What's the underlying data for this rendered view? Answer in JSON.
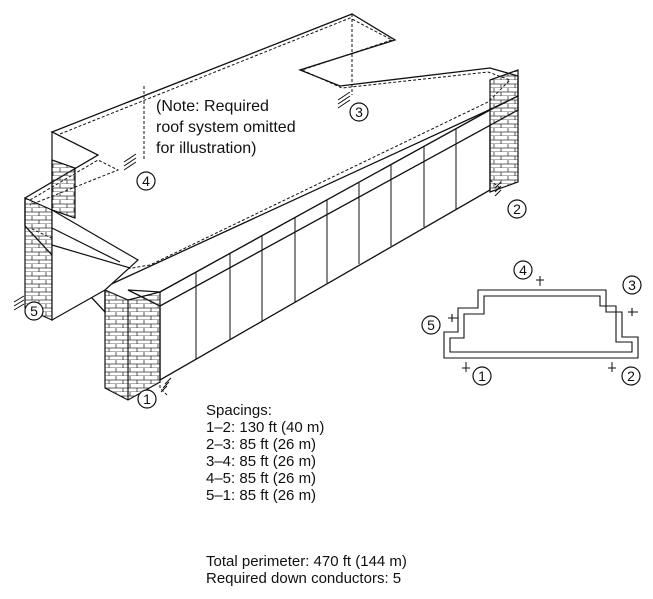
{
  "note": {
    "lines": [
      "(Note: Required",
      "roof system omitted",
      "for illustration)"
    ]
  },
  "conductor_labels": [
    "1",
    "2",
    "3",
    "4",
    "5"
  ],
  "plan_labels": [
    "1",
    "2",
    "3",
    "4",
    "5"
  ],
  "spacings": {
    "title": "Spacings:",
    "items": [
      "1–2:  130 ft (40 m)",
      "2–3:  85 ft (26 m)",
      "3–4:  85 ft (26 m)",
      "4–5:  85 ft (26 m)",
      "5–1:  85 ft (26 m)"
    ]
  },
  "totals": {
    "perimeter": "Total perimeter: 470 ft (144 m)",
    "conductors": "Required down conductors: 5"
  }
}
